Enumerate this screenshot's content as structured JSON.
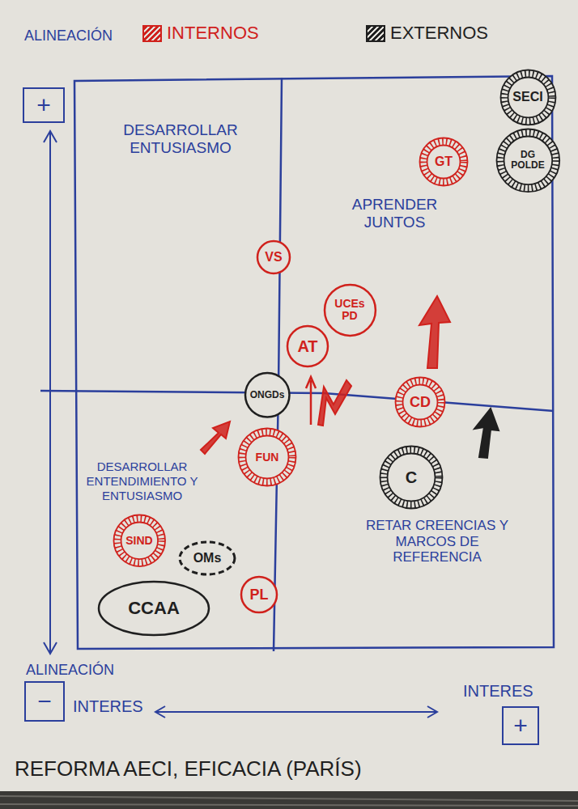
{
  "diagram": {
    "caption": "REFORMA AECI, EFICACIA (PARÍS)",
    "nodes": [
      {
        "text": [
          "SECI"
        ]
      },
      {
        "text": [
          "DG POLDE"
        ]
      },
      {
        "text": [
          "GT"
        ]
      },
      {
        "text": [
          "VS"
        ]
      },
      {
        "text": [
          "UCEs PD"
        ]
      },
      {
        "text": [
          "AT"
        ]
      },
      {
        "text": [
          "ONGDs"
        ]
      },
      {
        "text": [
          "CD"
        ]
      },
      {
        "text": [
          "FUN"
        ]
      },
      {
        "text": [
          "SIND"
        ]
      },
      {
        "text": [
          "C"
        ]
      },
      {
        "text": [
          "OMs"
        ]
      },
      {
        "text": [
          "PL"
        ]
      },
      {
        "text": [
          "CCAA"
        ]
      }
    ],
    "labels": [
      "ALINEACIÓN",
      "+",
      "DESARROLLAR ENTUSIASMO",
      "APRENDER JUNTOS",
      "DESARROLLAR ENTENDIMIENTO Y ENTUSIASMO",
      "RETAR CREENCIAS Y MARCOS DE REFERENCIA",
      "ALINEACIÓN",
      "−",
      "INTERES",
      "INTERES",
      "+"
    ],
    "legend": [
      {
        "text": "INTERNOS",
        "color": "#d0211c"
      },
      {
        "text": "EXTERNOS",
        "color": "#1f1f1f"
      }
    ]
  }
}
